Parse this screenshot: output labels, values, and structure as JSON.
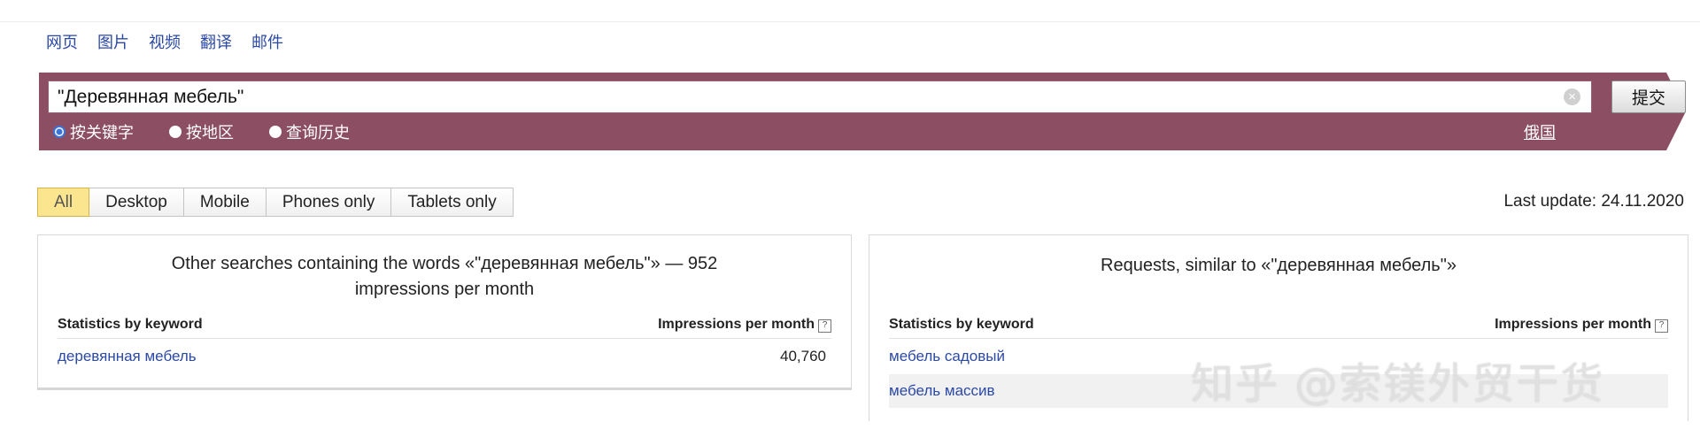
{
  "services": [
    "网页",
    "图片",
    "视频",
    "翻译",
    "邮件"
  ],
  "search": {
    "value": "\"Деревянная мебель\"",
    "submit_label": "提交"
  },
  "search_modes": [
    {
      "label": "按关键字",
      "selected": true
    },
    {
      "label": "按地区",
      "selected": false
    },
    {
      "label": "查询历史",
      "selected": false
    }
  ],
  "region": "俄国",
  "colors": {
    "band": "#8c4e62",
    "tab_active": "#fbe58f",
    "link": "#2b49a6"
  },
  "device_tabs": [
    {
      "label": "All",
      "active": true
    },
    {
      "label": "Desktop",
      "active": false
    },
    {
      "label": "Mobile",
      "active": false
    },
    {
      "label": "Phones only",
      "active": false
    },
    {
      "label": "Tablets only",
      "active": false
    }
  ],
  "last_update": "Last update: 24.11.2020",
  "left_panel": {
    "title": "Other searches containing the words «\"деревянная мебель\"» — 952 impressions per month",
    "col_keyword": "Statistics by keyword",
    "col_impressions": "Impressions per month",
    "help_glyph": "?",
    "rows": [
      {
        "keyword": "деревянная мебель",
        "impressions": "40,760"
      }
    ]
  },
  "right_panel": {
    "title": "Requests, similar to «\"деревянная мебель\"»",
    "col_keyword": "Statistics by keyword",
    "col_impressions": "Impressions per month",
    "help_glyph": "?",
    "rows": [
      {
        "keyword": "мебель садовый",
        "impressions": ""
      },
      {
        "keyword": "мебель массив",
        "impressions": ""
      }
    ]
  },
  "watermark": "知乎 @索镁外贸干货"
}
